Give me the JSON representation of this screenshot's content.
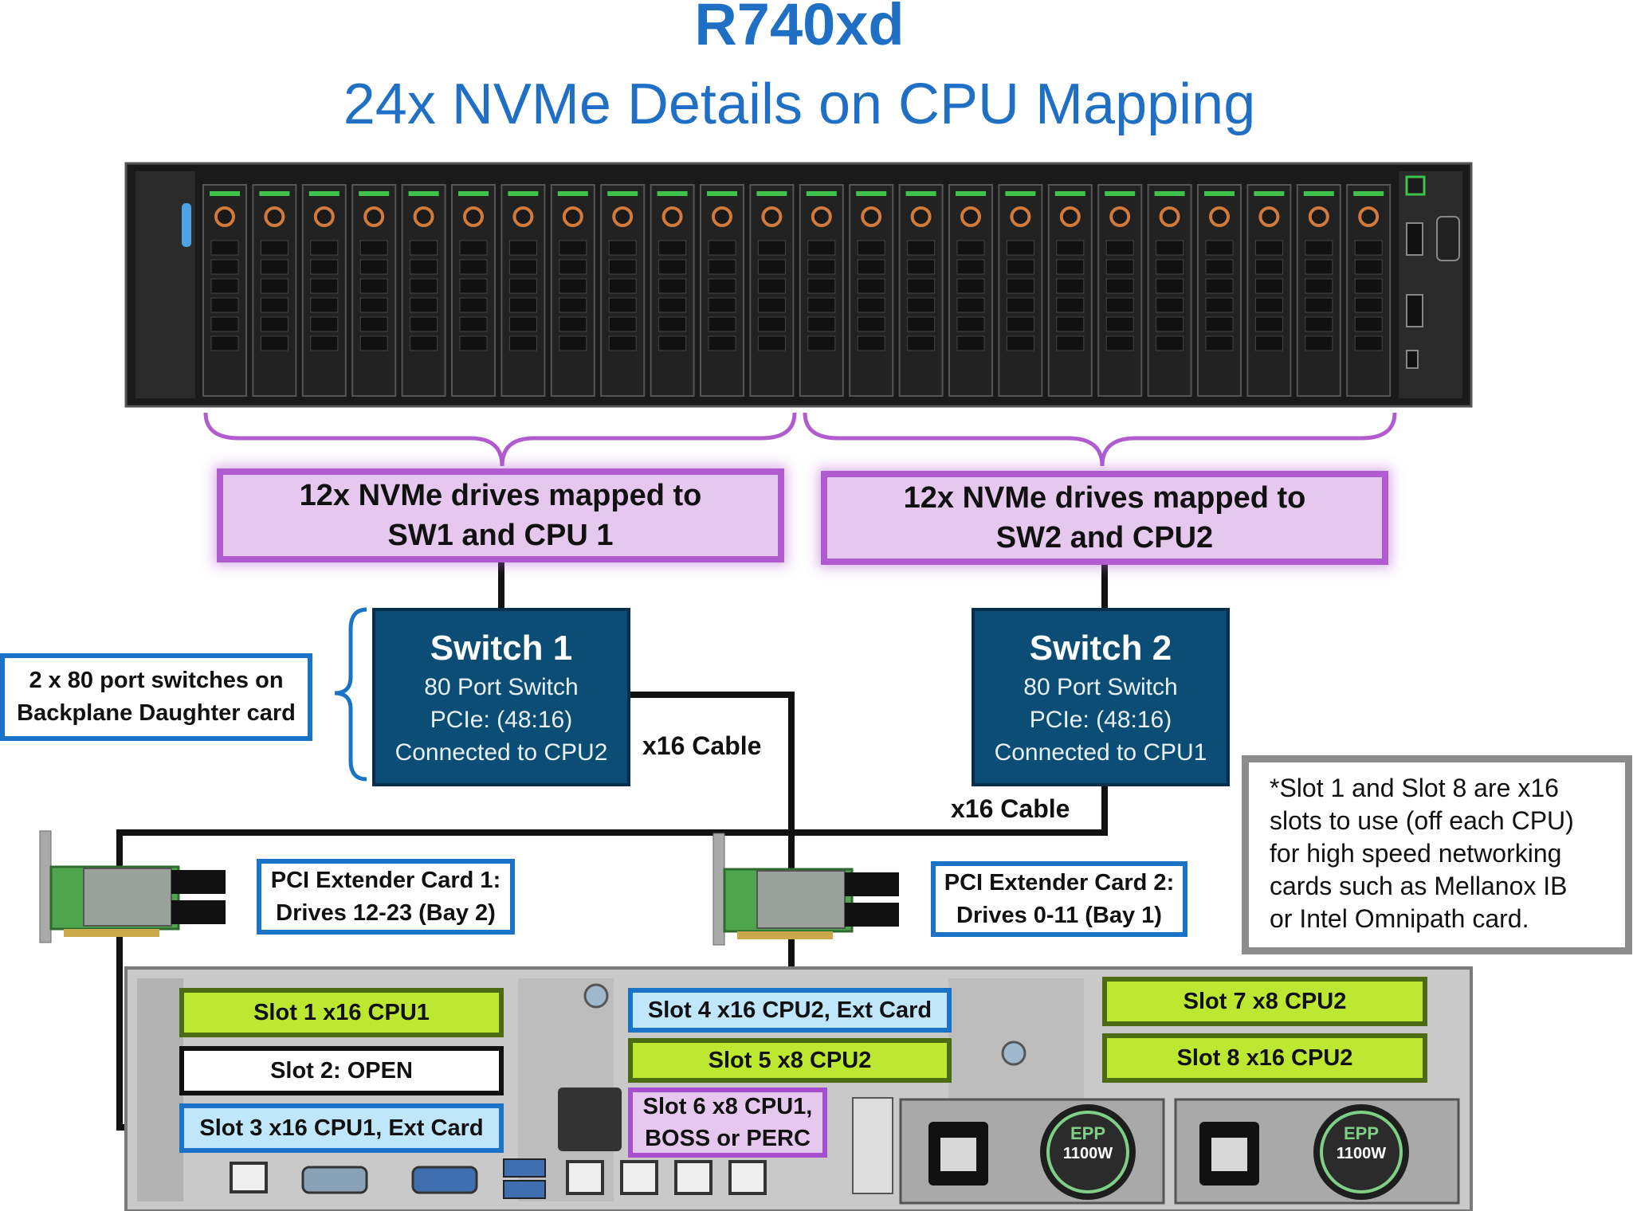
{
  "title": "R740xd",
  "subtitle": "24x NVMe Details on CPU Mapping",
  "mapping_left": {
    "line1": "12x NVMe drives mapped to",
    "line2": "SW1 and CPU 1"
  },
  "mapping_right": {
    "line1": "12x NVMe drives mapped to",
    "line2": "SW2 and CPU2"
  },
  "switch1": {
    "title": "Switch 1",
    "line1": "80 Port Switch",
    "line2": "PCIe: (48:16)",
    "line3": "Connected to CPU2"
  },
  "switch2": {
    "title": "Switch 2",
    "line1": "80 Port Switch",
    "line2": "PCIe: (48:16)",
    "line3": "Connected to CPU1"
  },
  "backplane_note": {
    "line1": "2 x 80 port switches on",
    "line2": "Backplane Daughter card"
  },
  "cable_label_1": "x16 Cable",
  "cable_label_2": "x16 Cable",
  "extender_card_1": {
    "line1": "PCI Extender Card 1:",
    "line2": "Drives 12-23 (Bay 2)"
  },
  "extender_card_2": {
    "line1": "PCI Extender Card 2:",
    "line2": "Drives 0-11 (Bay 1)"
  },
  "note": {
    "lines": [
      "*Slot 1 and Slot 8 are x16",
      "slots to use (off each CPU)",
      "for high speed networking",
      "cards such as Mellanox IB",
      "or Intel Omnipath card."
    ]
  },
  "slots": {
    "slot1": "Slot 1 x16 CPU1",
    "slot2": "Slot 2: OPEN",
    "slot3": "Slot 3 x16 CPU1, Ext Card",
    "slot4": "Slot 4 x16 CPU2, Ext Card",
    "slot5": "Slot 5 x8 CPU2",
    "slot6_line1": "Slot 6 x8 CPU1,",
    "slot6_line2": "BOSS or PERC",
    "slot7": "Slot 7 x8 CPU2",
    "slot8": "Slot 8 x16 CPU2"
  },
  "psu_badge": {
    "brand": "EPP",
    "rating": "1100W"
  },
  "colors": {
    "title_blue": "#1f6fc5",
    "switch_navy": "#0b4d75",
    "mapping_purple": "#b05bd0",
    "slot_green": "#bde832",
    "slot_light_blue": "#bfe6fb",
    "outline_blue": "#1a73c7"
  }
}
